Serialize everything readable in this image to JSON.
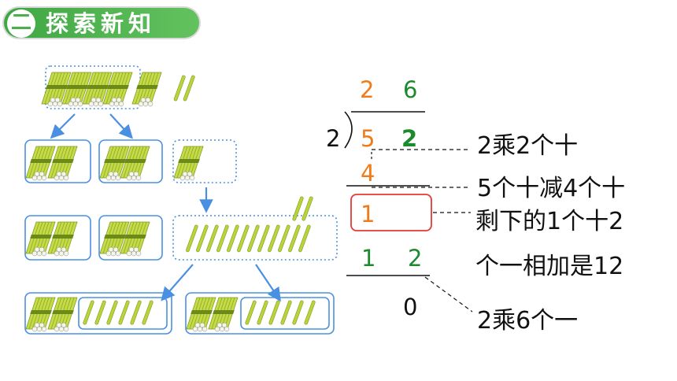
{
  "header": {
    "number": "二",
    "title": "探索新知"
  },
  "colors": {
    "header_green": "#4cae4c",
    "orange": "#f07b1b",
    "green": "#1e8a2e",
    "blue": "#4a90e2",
    "red": "#e53935",
    "stick": "#b8d43a"
  },
  "division": {
    "quotient_tens": "2",
    "quotient_ones": "6",
    "divisor": "2",
    "dividend_tens": "5",
    "dividend_ones": "2",
    "product1": "4",
    "remainder1": "1",
    "row2_tens": "1",
    "row2_ones": "2",
    "final": "0"
  },
  "notes": {
    "line1": "2乘2个十",
    "line2": "5个十减4个十",
    "line3": "剩下的1个十2",
    "line4": "个一相加是12",
    "line5": "2乘6个一"
  }
}
